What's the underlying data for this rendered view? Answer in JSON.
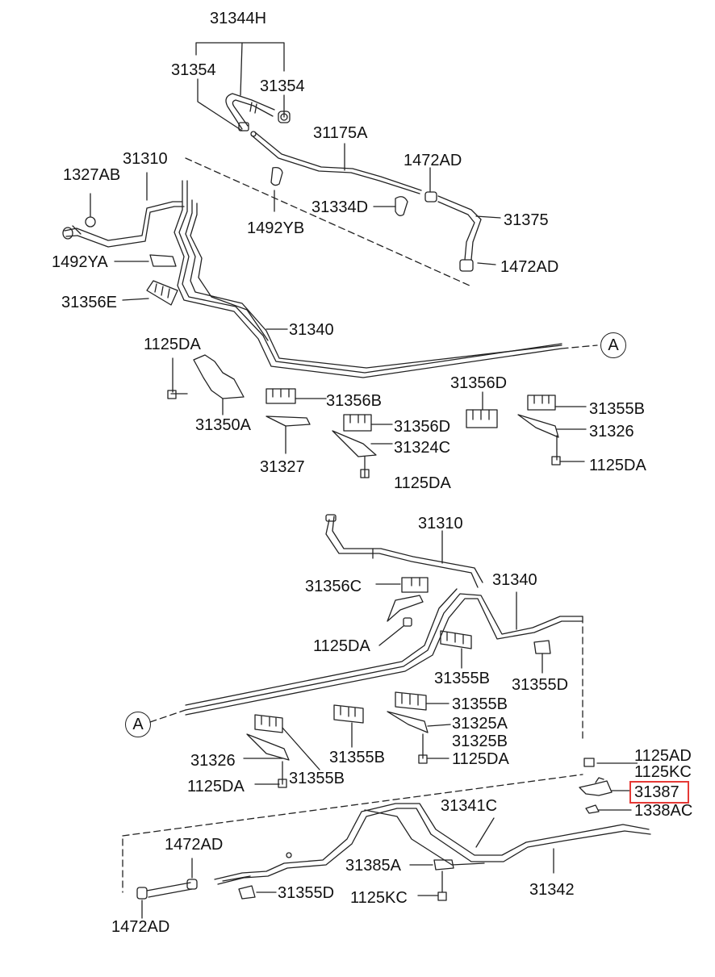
{
  "highlight_color": "#e53935",
  "highlighted_part": "31387",
  "ref_marker": "A",
  "labels": {
    "l31344H": "31344H",
    "l31354a": "31354",
    "l31354b": "31354",
    "l31175A": "31175A",
    "l1472AD_1": "1472AD",
    "l31310_top": "31310",
    "l1327AB": "1327AB",
    "l31334D": "31334D",
    "l31375": "31375",
    "l1492YB": "1492YB",
    "l1472AD_2": "1472AD",
    "l1492YA": "1492YA",
    "l31356E": "31356E",
    "l31340_top": "31340",
    "l1125DA_1": "1125DA",
    "l31356D_1": "31356D",
    "l31356B": "31356B",
    "l31355B_1": "31355B",
    "l31350A": "31350A",
    "l31356D_2": "31356D",
    "l31326_1": "31326",
    "l31324C": "31324C",
    "l31327": "31327",
    "l1125DA_2": "1125DA",
    "l1125DA_3": "1125DA",
    "l31310_bot": "31310",
    "l31340_bot": "31340",
    "l31356C": "31356C",
    "l1125DA_4": "1125DA",
    "l31355B_2": "31355B",
    "l31355D_1": "31355D",
    "l31355B_3": "31355B",
    "l31325A": "31325A",
    "l31325B": "31325B",
    "l31355B_4": "31355B",
    "l1125DA_5": "1125DA",
    "l31326_2": "31326",
    "l31355B_5": "31355B",
    "l1125DA_6": "1125DA",
    "l1125AD": "1125AD",
    "l1125KC_1": "1125KC",
    "l31387": "31387",
    "l1338AC": "1338AC",
    "l31341C": "31341C",
    "l1472AD_3": "1472AD",
    "l31385A": "31385A",
    "l31342": "31342",
    "l31355D_2": "31355D",
    "l1125KC_2": "1125KC",
    "l1472AD_4": "1472AD"
  }
}
